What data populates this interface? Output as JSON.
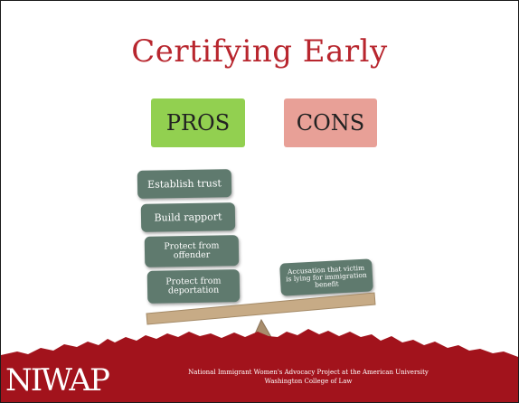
{
  "title": "Certifying Early",
  "pros_label": "PROS",
  "cons_label": "CONS",
  "pros_items": [
    "Establish trust",
    "Build rapport",
    "Protect from offender",
    "Protect from deportation"
  ],
  "cons_items": [
    "Accusation that victim is lying for immigration benefit"
  ],
  "footer": {
    "org_line1": "National Immigrant Women's Advocacy Project at the American University",
    "org_line2": "Washington College of Law",
    "logo_text": "NIWAP"
  },
  "colors": {
    "title": "#b8262e",
    "pros_box": "#92d050",
    "cons_box": "#e8a097",
    "chip": "#5f7a6e",
    "plank": "#c7ab86",
    "fulcrum": "#a88d6c",
    "footer_band": "#a2131c"
  }
}
